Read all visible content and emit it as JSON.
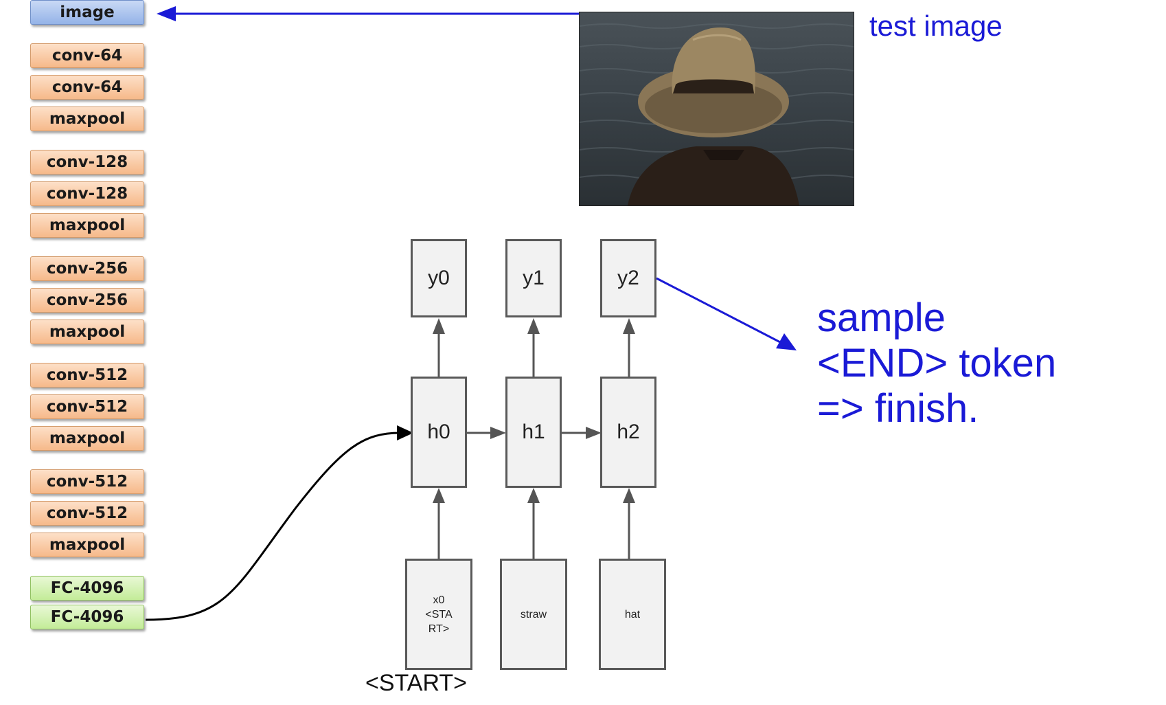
{
  "cnn_layers": [
    {
      "label": "image",
      "kind": "input"
    },
    {
      "label": "conv-64",
      "kind": "conv"
    },
    {
      "label": "conv-64",
      "kind": "conv"
    },
    {
      "label": "maxpool",
      "kind": "pool"
    },
    {
      "label": "conv-128",
      "kind": "conv"
    },
    {
      "label": "conv-128",
      "kind": "conv"
    },
    {
      "label": "maxpool",
      "kind": "pool"
    },
    {
      "label": "conv-256",
      "kind": "conv"
    },
    {
      "label": "conv-256",
      "kind": "conv"
    },
    {
      "label": "maxpool",
      "kind": "pool"
    },
    {
      "label": "conv-512",
      "kind": "conv"
    },
    {
      "label": "conv-512",
      "kind": "conv"
    },
    {
      "label": "maxpool",
      "kind": "pool"
    },
    {
      "label": "conv-512",
      "kind": "conv"
    },
    {
      "label": "conv-512",
      "kind": "conv"
    },
    {
      "label": "maxpool",
      "kind": "pool"
    },
    {
      "label": "FC-4096",
      "kind": "fc"
    },
    {
      "label": "FC-4096",
      "kind": "fc"
    }
  ],
  "test_image_label": "test image",
  "rnn": {
    "outputs": [
      "y0",
      "y1",
      "y2"
    ],
    "hidden": [
      "h0",
      "h1",
      "h2"
    ],
    "inputs": [
      "x0\n<STA\nRT>",
      "straw",
      "hat"
    ],
    "start_label": "<START>"
  },
  "annotation": {
    "line1": "sample",
    "line2": "<END> token",
    "line3": "=> finish."
  },
  "colors": {
    "annotation_blue": "#1a1ad6",
    "cell_border": "#595959",
    "cell_fill": "#f2f2f2"
  }
}
